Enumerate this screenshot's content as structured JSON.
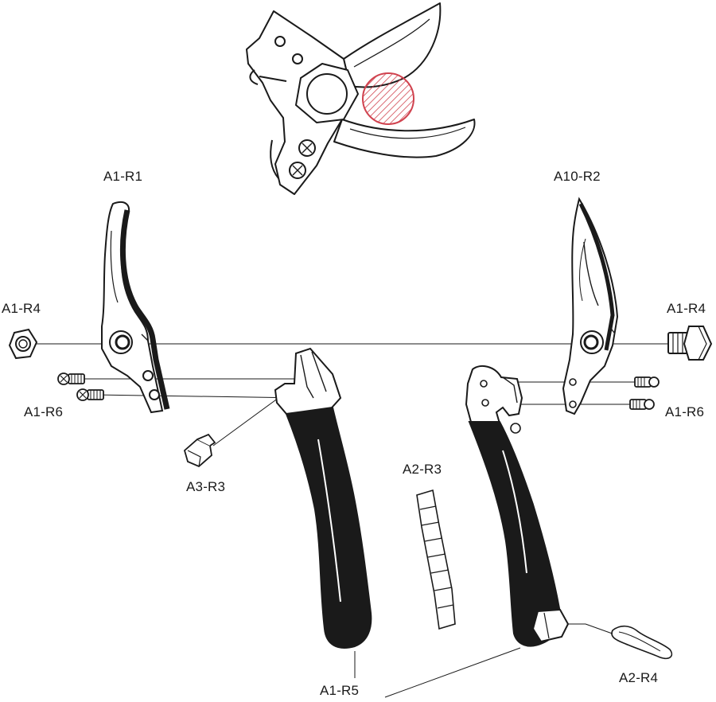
{
  "labels": {
    "blade_left": "A1-R1",
    "blade_right": "A10-R2",
    "nut_left": "A1-R4",
    "nut_right": "A1-R4",
    "screws_left": "A1-R6",
    "screws_right": "A1-R6",
    "bolt_small": "A3-R3",
    "spring": "A2-R3",
    "handles": "A1-R5",
    "latch_clip": "A2-R4"
  },
  "colors": {
    "ink": "#1a1a1a",
    "highlight": "#d0434f",
    "paper": "#ffffff"
  }
}
